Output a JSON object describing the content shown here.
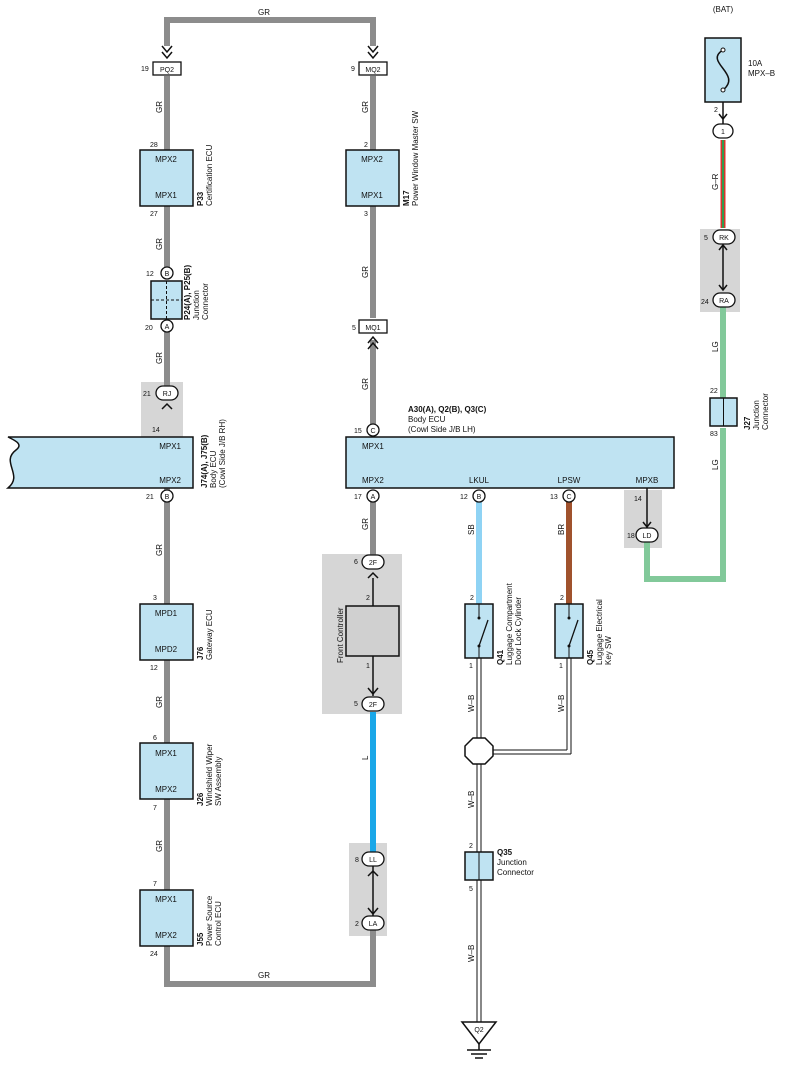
{
  "colors": {
    "GR": "#8c8c8c",
    "SB": "#8fd3f4",
    "BR": "#a0522d",
    "LG": "#82c99a",
    "L": "#1aa7e8",
    "box": "#bfe3f2",
    "shade": "#d6d6d6",
    "GR_stripe_G": "#2e9e4f",
    "GR_stripe_R": "#d9342b"
  },
  "wires": {
    "gr_top": "GR",
    "gr_bottom": "GR",
    "gr": "GR",
    "sb": "SB",
    "br": "BR",
    "lg": "LG",
    "l": "L",
    "wb": "W–B",
    "gr_bat": "G–R"
  },
  "bat": {
    "label": "(BAT)",
    "fuse": "10A",
    "fuse_name": "MPX–B",
    "pin_top": "2",
    "pin_conn": "1"
  },
  "pq2": {
    "pin": "19",
    "code": "PQ2"
  },
  "mq2": {
    "pin": "9",
    "code": "MQ2"
  },
  "mq1": {
    "pin": "5",
    "code": "MQ1"
  },
  "p33": {
    "code": "P33",
    "name": "Certification ECU",
    "top_pin": "28",
    "top_label": "MPX2",
    "bot_pin": "27",
    "bot_label": "MPX1"
  },
  "m17": {
    "code": "M17",
    "name": "Power Window Master SW",
    "top_pin": "2",
    "top_label": "MPX2",
    "bot_pin": "3",
    "bot_label": "MPX1"
  },
  "p24": {
    "code": "P24(A), P25(B)",
    "name1": "Junction",
    "name2": "Connector",
    "pin_b_num": "12",
    "pin_b": "B",
    "pin_a_num": "20",
    "pin_a": "A"
  },
  "rj": {
    "pin": "21",
    "code": "RJ",
    "pin2": "14"
  },
  "j74": {
    "code": "J74(A), J75(B)",
    "name1": "Body ECU",
    "name2": "(Cowl Side J/B RH)",
    "mpx1": "MPX1",
    "mpx2": "MPX2",
    "pin_bot": "21",
    "pin_bot_c": "B"
  },
  "a30": {
    "code": "A30(A), Q2(B), Q3(C)",
    "name1": "Body ECU",
    "name2": "(Cowl Side J/B LH)",
    "top_pin": "15",
    "top_c": "C",
    "mpx1": "MPX1",
    "mpx2": "MPX2",
    "lkul": "LKUL",
    "lpsw": "LPSW",
    "mpxb": "MPXB",
    "p17": "17",
    "p17c": "A",
    "p12": "12",
    "p12c": "B",
    "p13": "13",
    "p13c": "C",
    "p14": "14"
  },
  "ld": {
    "pin": "18",
    "code": "LD"
  },
  "j76": {
    "code": "J76",
    "name": "Gateway ECU",
    "top_pin": "3",
    "top_label": "MPD1",
    "bot_pin": "12",
    "bot_label": "MPD2"
  },
  "j26": {
    "code": "J26",
    "name1": "Windshield Wiper",
    "name2": "SW Assembly",
    "top_pin": "6",
    "top_label": "MPX1",
    "bot_pin": "7",
    "bot_label": "MPX2"
  },
  "j55": {
    "code": "J55",
    "name1": "Power Source",
    "name2": "Control ECU",
    "top_pin": "7",
    "top_label": "MPX1",
    "bot_pin": "24",
    "bot_label": "MPX2"
  },
  "front": {
    "name": "Front Controller",
    "c1_pin": "6",
    "c1": "2F",
    "pin_a": "2",
    "pin_b": "1",
    "c2_pin": "5",
    "c2": "2F"
  },
  "ll": {
    "pin": "8",
    "code": "LL"
  },
  "la": {
    "pin": "2",
    "code": "LA"
  },
  "q41": {
    "code": "Q41",
    "name1": "Luggage Compartment",
    "name2": "Door Lock Cylinder",
    "pin_top": "2",
    "pin_bot": "1"
  },
  "q45": {
    "code": "Q45",
    "name1": "Luggage Electrical",
    "name2": "Key SW",
    "pin_top": "2",
    "pin_bot": "1"
  },
  "q35": {
    "code": "Q35",
    "name1": "Junction",
    "name2": "Connector",
    "pin_top": "2",
    "pin_bot": "5"
  },
  "q2": {
    "code": "Q2"
  },
  "rk": {
    "pin": "5",
    "code": "RK"
  },
  "ra": {
    "pin": "24",
    "code": "RA"
  },
  "j27": {
    "code": "J27",
    "name1": "Junction",
    "name2": "Connector",
    "pin_top": "22",
    "pin_bot": "83"
  }
}
